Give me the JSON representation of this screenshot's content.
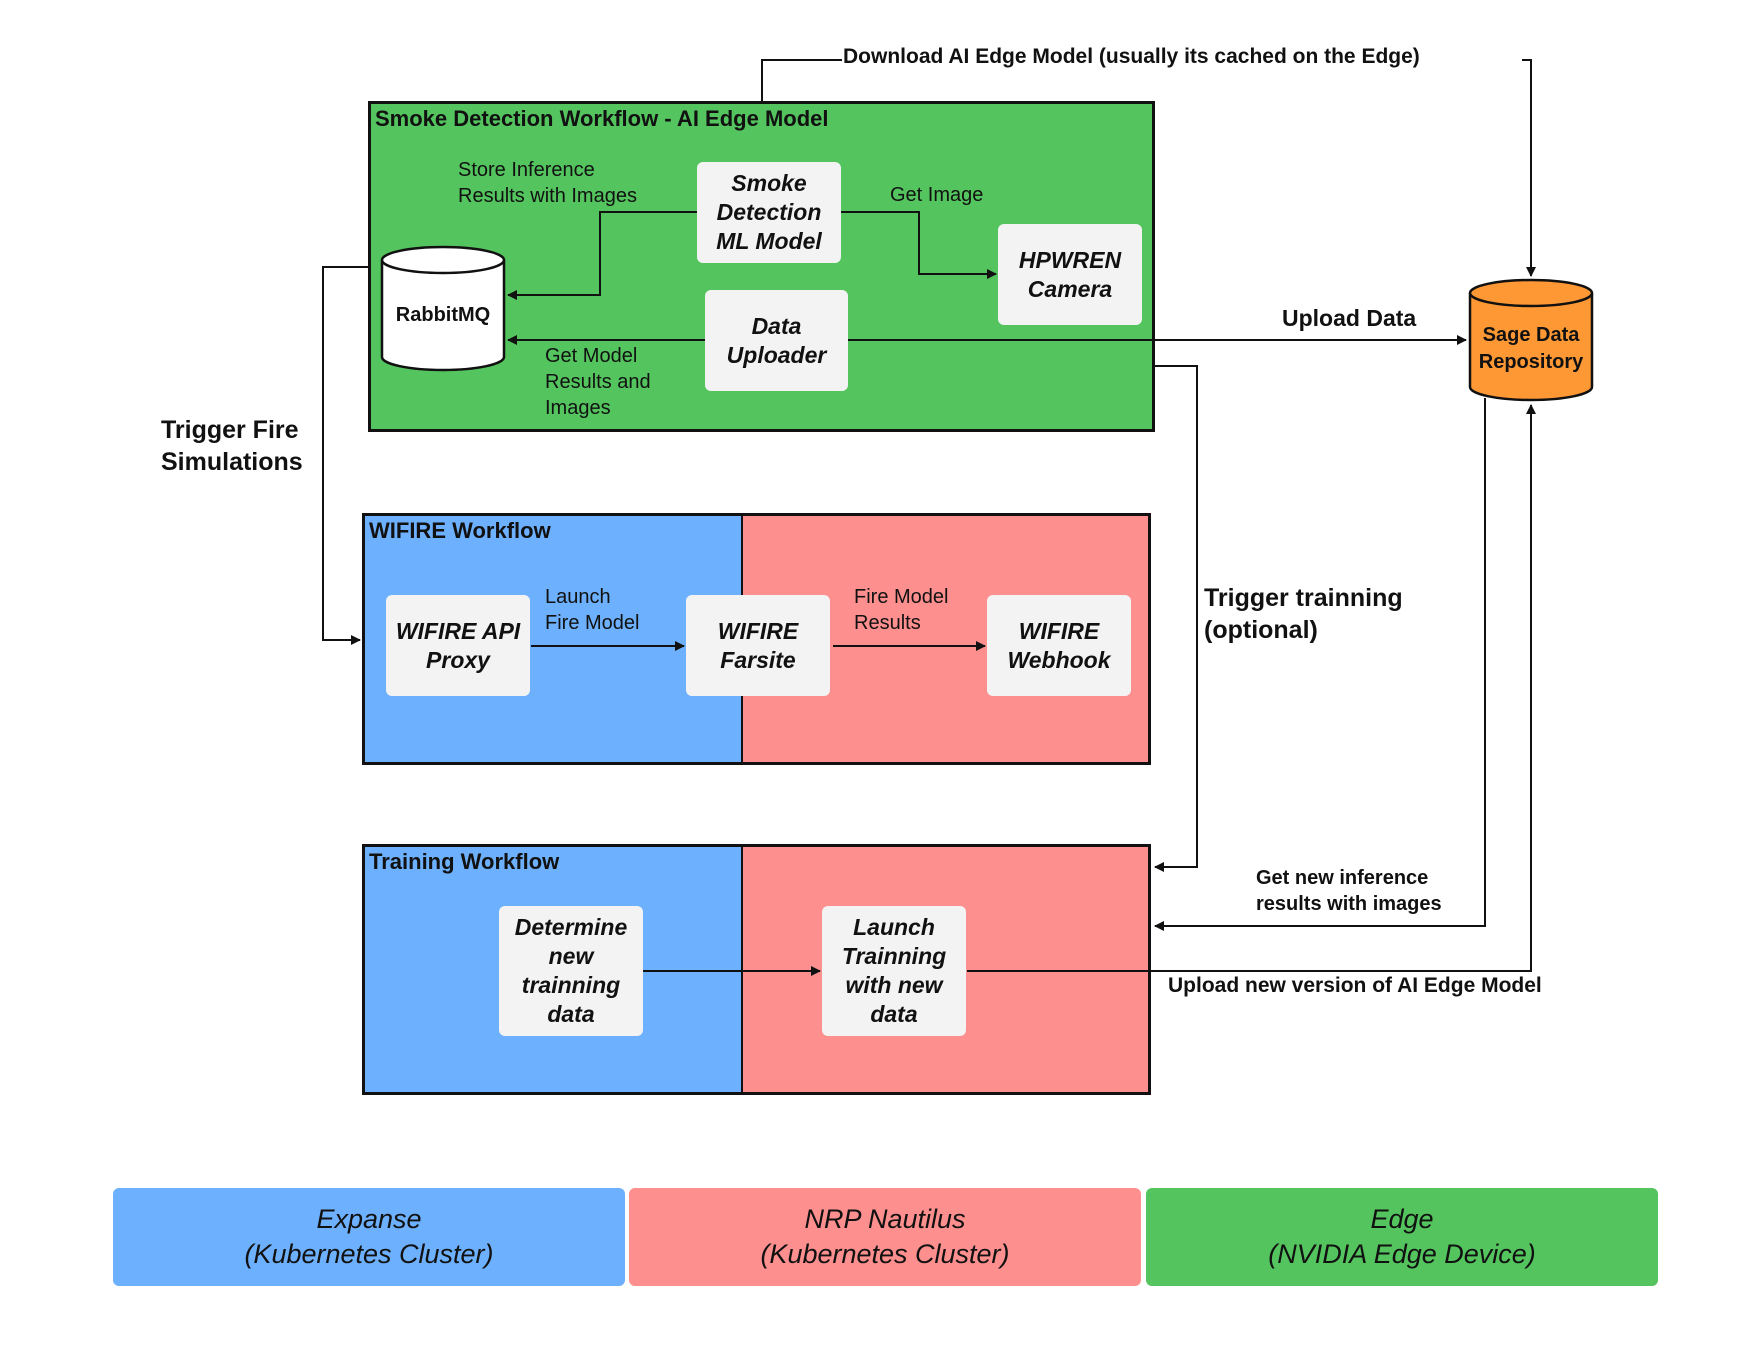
{
  "colors": {
    "edge_green": "#54c45e",
    "expanse_blue": "#6db0fd",
    "nautilus_red": "#fe8f8f",
    "sage_orange": "#fd9834",
    "node_gray": "#f3f3f3"
  },
  "smoke_workflow": {
    "title": "Smoke Detection Workflow - AI Edge Model",
    "rabbitmq": "RabbitMQ",
    "ml_model": "Smoke Detection ML Model",
    "camera": "HPWREN Camera",
    "uploader": "Data Uploader",
    "store_label": "Store Inference\nResults with Images",
    "get_image_label": "Get Image",
    "get_model_label": "Get Model\nResults and\nImages"
  },
  "wifire_workflow": {
    "title": "WIFIRE Workflow",
    "api_proxy": "WIFIRE API Proxy",
    "farsite": "WIFIRE Farsite",
    "webhook": "WIFIRE Webhook",
    "launch_label": "Launch\nFire Model",
    "results_label": "Fire Model\nResults"
  },
  "training_workflow": {
    "title": "Training Workflow",
    "determine": "Determine new trainning data",
    "launch": "Launch Trainning with new data"
  },
  "sage_repository": "Sage Data\nRepository",
  "edges": {
    "download_model": "Download AI Edge Model (usually its cached on the Edge)",
    "upload_data": "Upload Data",
    "trigger_fire": "Trigger Fire\nSimulations",
    "trigger_training": "Trigger trainning\n(optional)",
    "get_new_inference": "Get new inference\nresults with images",
    "upload_new_version": "Upload new version of AI Edge Model"
  },
  "legend": {
    "expanse": "Expanse\n(Kubernetes Cluster)",
    "nautilus": "NRP Nautilus\n(Kubernetes Cluster)",
    "edge": "Edge\n(NVIDIA Edge Device)"
  }
}
